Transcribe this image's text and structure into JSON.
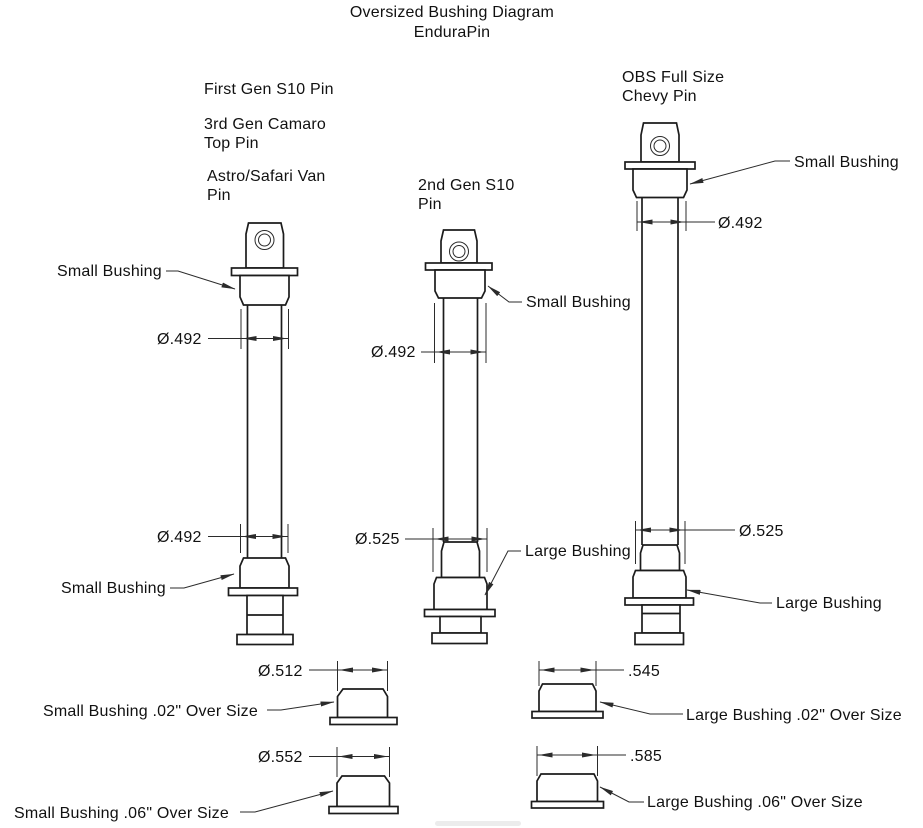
{
  "title": {
    "line1": "Oversized Bushing Diagram",
    "line2": "EnduraPin"
  },
  "pins": [
    {
      "name": "first-gen-s10",
      "heading_lines": [
        "First Gen S10 Pin",
        "3rd Gen Camaro",
        "Top Pin",
        "Astro/Safari Van",
        "Pin"
      ],
      "top_bushing_label": "Small Bushing",
      "shaft_dim": "Ø.492",
      "lower_dim": "Ø.492",
      "bottom_bushing_label": "Small Bushing"
    },
    {
      "name": "second-gen-s10",
      "heading_lines": [
        "2nd Gen S10",
        "Pin"
      ],
      "top_bushing_label": "Small Bushing",
      "shaft_dim": "Ø.492",
      "lower_dim": "Ø.525",
      "bottom_bushing_label": "Large Bushing"
    },
    {
      "name": "obs-full-size-chevy",
      "heading_lines": [
        "OBS Full Size",
        "Chevy Pin"
      ],
      "top_bushing_label": "Small Bushing",
      "shaft_dim": "Ø.492",
      "lower_dim": "Ø.525",
      "bottom_bushing_label": "Large Bushing"
    }
  ],
  "replacement_bushings": [
    {
      "name": "small-oversize-02",
      "dim": "Ø.512",
      "label": "Small Bushing .02\" Over Size"
    },
    {
      "name": "small-oversize-06",
      "dim": "Ø.552",
      "label": "Small Bushing .06\" Over Size"
    },
    {
      "name": "large-oversize-02",
      "dim": ".545",
      "label": "Large Bushing .02\" Over Size"
    },
    {
      "name": "large-oversize-06",
      "dim": ".585",
      "label": "Large Bushing .06\" Over Size"
    }
  ],
  "colors": {
    "background": "#ffffff",
    "line": "#1c1c1c",
    "dim_line": "#2b2b2b",
    "text": "#111111"
  }
}
